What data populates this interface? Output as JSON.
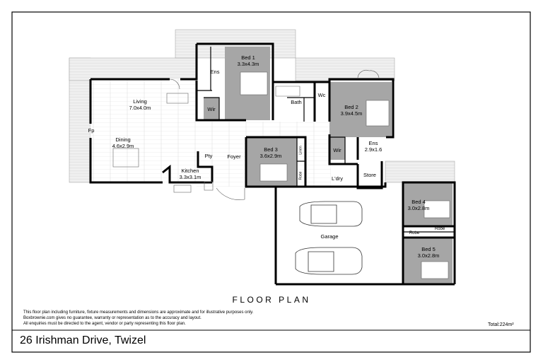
{
  "title": "FLOOR PLAN",
  "address": "26 Irishman Drive, Twizel",
  "total_area": "Total:224m²",
  "disclaimer": [
    "This floor plan including furniture, fixture measurements and dimensions are approximate and for illustrative purposes only.",
    "Boxbrownie.com gives no guarantee, warranty or representation as to the accuracy and layout.",
    "All enquiries must be directed to the agent, vendor or party representing this floor plan."
  ],
  "rooms": {
    "bed1": {
      "name": "Bed 1",
      "size": "3.3x4.3m"
    },
    "bed2": {
      "name": "Bed 2",
      "size": "3.9x4.5m"
    },
    "bed3": {
      "name": "Bed 3",
      "size": "3.6x2.9m"
    },
    "bed4": {
      "name": "Bed 4",
      "size": "3.0x2.8m"
    },
    "bed5": {
      "name": "Bed 5",
      "size": "3.0x2.8m"
    },
    "living": {
      "name": "Living",
      "size": "7.0x4.0m"
    },
    "dining": {
      "name": "Dining",
      "size": "4.6x2.9m"
    },
    "kitchen": {
      "name": "Kitchen",
      "size": "3.3x3.1m"
    },
    "ens2": {
      "name": "Ens",
      "size": "2.9x1.6"
    },
    "ens1": "Ens",
    "wir1": "Wir",
    "wir2": "Wir",
    "bath": "Bath",
    "wc": "Wc",
    "fp": "Fp",
    "pty": "Pty",
    "foyer": "Foyer",
    "linen": "Linen",
    "robe": "Robe",
    "laundry": "L'dry",
    "store": "Store",
    "garage": "Garage",
    "robe4": "Robe",
    "robe5": "Robe"
  }
}
